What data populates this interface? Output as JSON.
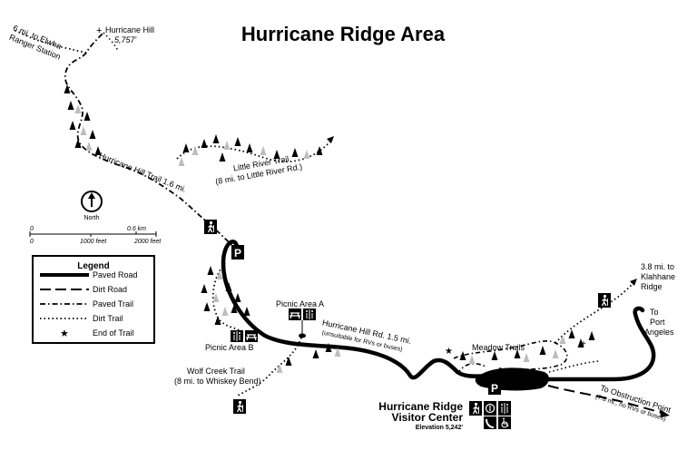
{
  "map": {
    "title": "Hurricane Ridge Area",
    "colors": {
      "ink": "#000000",
      "tree_light": "#bdbdbd",
      "paper": "#ffffff"
    },
    "places": {
      "hurricane_hill": "Hurricane Hill",
      "hurricane_hill_elev": "5,757'",
      "elwha_line1": "6 mi. to Elwha",
      "elwha_line2": "Ranger Station",
      "klahhane_line1": "3.8 mi. to",
      "klahhane_line2": "Klahhane",
      "klahhane_line3": "Ridge",
      "port_angeles_line1": "To",
      "port_angeles_line2": "Port",
      "port_angeles_line3": "Angeles",
      "obstruction_line1": "To Obstruction Point",
      "obstruction_line2": "(7.8 mi., no RVs or buses)",
      "visitor_center_line1": "Hurricane Ridge",
      "visitor_center_line2": "Visitor Center",
      "visitor_center_elev": "Elevation 5,242'"
    },
    "trails": {
      "little_river_line1": "Little River Trail",
      "little_river_line2": "(8 mi. to Little River Rd.)",
      "hurricane_hill_trail": "Hurricane Hill Trail 1.6 mi.",
      "wolf_creek_line1": "Wolf Creek Trail",
      "wolf_creek_line2": "(8 mi. to Whiskey Bend)",
      "meadow": "Meadow Trails"
    },
    "roads": {
      "hurricane_hill_rd_line1": "Hurricane Hill Rd. 1.5 mi.",
      "hurricane_hill_rd_line2": "(unsuitable for RVs or buses)"
    },
    "picnic": {
      "a": "Picnic Area A",
      "b": "Picnic Area B"
    },
    "parking_symbol": "P",
    "north_label": "North",
    "scale": {
      "km_start": "0",
      "km_end": "0.6 km",
      "ft_start": "0",
      "ft_mid": "1000 feet",
      "ft_end": "2000 feet"
    },
    "legend": {
      "title": "Legend",
      "items": [
        "Paved Road",
        "Dirt Road",
        "Paved Trail",
        "Dirt Trail",
        "End of Trail"
      ]
    },
    "icons": [
      "hiker-icon",
      "parking-icon",
      "picnic-table-icon",
      "restroom-icon",
      "ranger-icon",
      "phone-icon",
      "wheelchair-icon",
      "end-of-trail-star-icon",
      "north-arrow-icon"
    ]
  }
}
